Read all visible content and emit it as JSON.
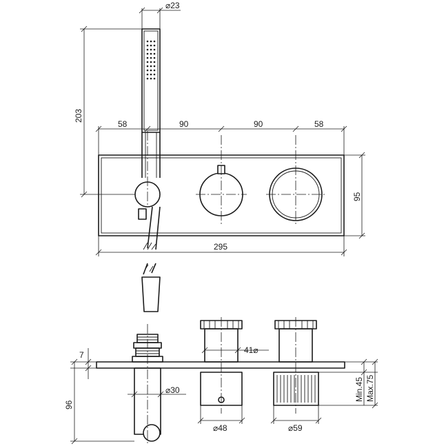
{
  "dimensions": {
    "handshower_diameter": "⌀23",
    "handshower_height": "203",
    "spacing_left": "58",
    "spacing_mid_left": "90",
    "spacing_mid_right": "90",
    "spacing_right": "58",
    "plate_height": "95",
    "plate_width": "295",
    "plate_thickness": "7",
    "side_depth": "96",
    "spindle_diameter": "41⌀",
    "outlet_diameter": "⌀30",
    "knob_diameter": "⌀48",
    "ring_diameter": "⌀59",
    "install_depth_min": "Min.45",
    "install_depth_max": "Max.75"
  }
}
